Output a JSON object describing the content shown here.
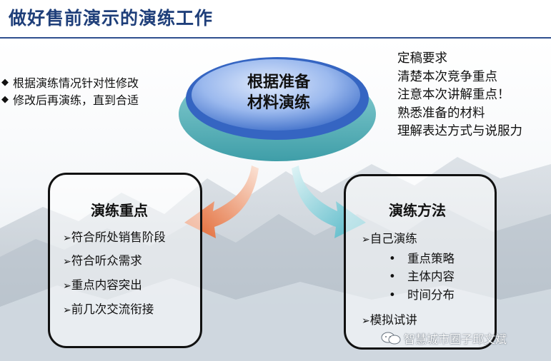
{
  "title": "做好售前演示的演练工作",
  "left_bullets": {
    "marker": "◆",
    "items": [
      "根据演练情况针对性修改",
      "修改后再演练，直到合适"
    ]
  },
  "right_notes": [
    "定稿要求",
    "清楚本次竞争重点",
    "注意本次讲解重点！",
    "熟悉准备的材料",
    "理解表达方式与说服力"
  ],
  "center": {
    "line1": "根据准备",
    "line2": "材料演练"
  },
  "left_box": {
    "title": "演练重点",
    "marker": "➢",
    "items": [
      "符合所处销售阶段",
      "符合听众需求",
      "重点内容突出",
      "前几次交流衔接"
    ]
  },
  "right_box": {
    "title": "演练方法",
    "marker": "➢",
    "item1": "自己演练",
    "sub_marker": "•",
    "subitems": [
      "重点策略",
      "主体内容",
      "时间分布"
    ],
    "item2": "模拟试讲"
  },
  "watermark": {
    "text": "智慧城市圈子邱文斌",
    "icon": "wechat-icon"
  },
  "colors": {
    "title": "#1f3f7a",
    "disk_top": "#5b8de0",
    "disk_base": "#5fb8c0",
    "arrow_left": "#e0612a",
    "arrow_right": "#4fb5c5"
  }
}
